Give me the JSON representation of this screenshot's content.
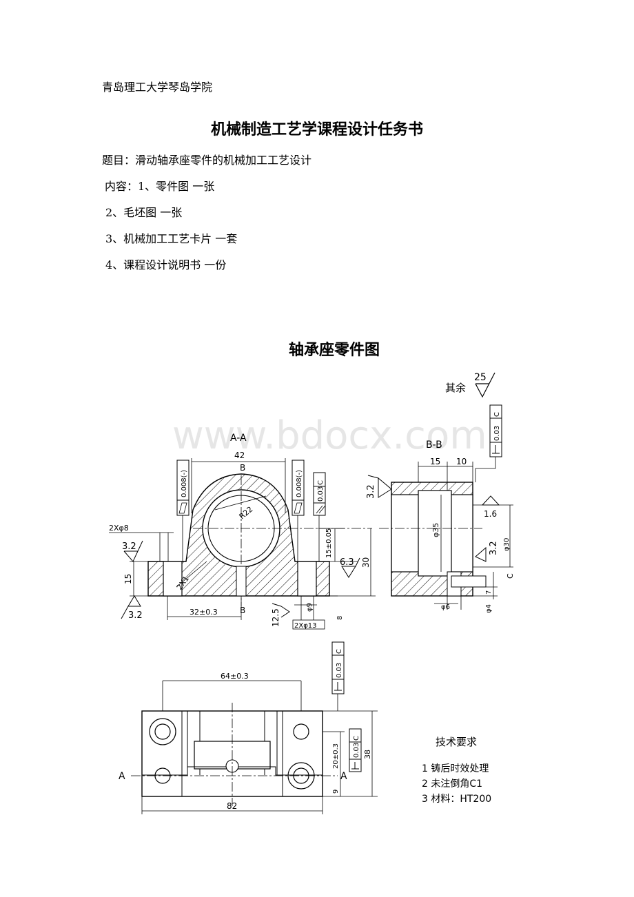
{
  "header": {
    "school": "青岛理工大学琴岛学院",
    "title": "机械制造工艺学课程设计任务书",
    "topic": "题目：滑动轴承座零件的机械加工工艺设计",
    "content_lines": [
      "内容：1、零件图 一张",
      "2、毛坯图 一张",
      "3、机械加工工艺卡片 一套",
      "4、课程设计说明书 一份"
    ]
  },
  "drawing": {
    "title": "轴承座零件图",
    "watermark": "www.bdocx.com",
    "roughness_rest_label": "其余",
    "roughness_rest_value": "25",
    "section_aa": "A-A",
    "section_bb": "B-B",
    "label_A": "A",
    "label_B": "B",
    "dims": {
      "d42": "42",
      "r22": "R22",
      "holes_8": "2Xφ8",
      "d15": "15",
      "d30": "30",
      "d32": "32±0.3",
      "c1": "2X1",
      "d15b": "15±0.05",
      "holes_13": "2Xφ13",
      "d9": "φ9",
      "d8": "8",
      "bb15": "15",
      "bb10": "10",
      "phi35": "φ35",
      "phi30": "φ30",
      "phi6": "φ6",
      "phi4": "φ4",
      "d7": "7",
      "d64": "64±0.3",
      "d82": "82",
      "d38": "38",
      "d20": "20±0.3",
      "d9b": "9"
    },
    "roughness": [
      "3.2",
      "3.2",
      "6.3",
      "12.5",
      "3.2",
      "1.6",
      "3.2"
    ],
    "tolerances": {
      "flat1": "0.008(-)",
      "flat2": "0.008(-)",
      "parallel": "0.03",
      "perp_bb": "0.03",
      "perp_plan1": "0.03",
      "perp_plan2": "0.03",
      "datum": "C"
    },
    "tech_req_title": "技术要求",
    "tech_req": [
      "1 铸后时效处理",
      "2 未注倒角C1",
      "3 材料：HT200"
    ]
  }
}
